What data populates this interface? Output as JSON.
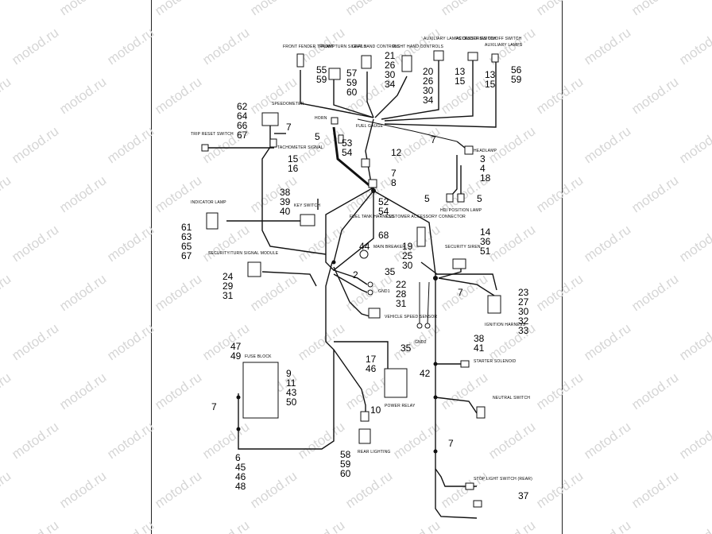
{
  "watermark": "motod.ru",
  "components": {
    "front_fender_tiplamp": "FRONT FENDER TIPLAMP",
    "front_turn_signals": "FRONT TURN SIGNALS",
    "left_hand_controls": "LEFT HAND CONTROLS",
    "right_hand_controls": "RIGHT HAND CONTROLS",
    "auxiliary_lamps_switch": "AUXILIARY LAMPS ON/OFF SWITCH",
    "accessories_switch": "ACCESSORIES ON/OFF SWITCH",
    "auxiliary_lamps": "AUXILIARY LAMPS",
    "speedometer": "SPEEDOMETER",
    "horn": "HORN",
    "fuel_gauge": "FUEL GAUGE",
    "trip_reset_switch": "TRIP RESET SWITCH",
    "tachometer_signal": "TACHOMETER SIGNAL",
    "headlamp": "HEADLAMP",
    "hdi_position_lamp": "HDI POSITION LAMP",
    "indicator_lamp": "INDICATOR LAMP",
    "key_switch": "KEY SWITCH",
    "fuel_tank_harness": "FUEL TANK HARNESS",
    "customer_accessory_connector": "CUSTOMER ACCESSORY CONNECTOR",
    "main_breaker": "MAIN BREAKER",
    "security_siren": "SECURITY SIREN",
    "security_turn_signal_module": "SECURITY/TURN SIGNAL MODULE",
    "gnd1": "GND1",
    "gnd2": "GND2",
    "vehicle_speed_sensor": "VEHICLE SPEED SENSOR",
    "ignition_harness": "IGNITION HARNESS",
    "fuse_block": "FUSE BLOCK",
    "starter_solenoid": "STARTER SOLENOID",
    "power_relay": "POWER RELAY",
    "neutral_switch": "NEUTRAL SWITCH",
    "rear_lighting": "REAR LIGHTING",
    "stop_light_switch": "STOP LIGHT SWITCH (REAR)"
  },
  "callouts": [
    "55",
    "59",
    "57",
    "59",
    "60",
    "21",
    "26",
    "30",
    "34",
    "20",
    "26",
    "30",
    "34",
    "13",
    "15",
    "13",
    "15",
    "56",
    "59",
    "62",
    "64",
    "66",
    "67",
    "7",
    "15",
    "16",
    "5",
    "53",
    "54",
    "12",
    "7",
    "3",
    "4",
    "18",
    "7",
    "8",
    "5",
    "5",
    "38",
    "39",
    "40",
    "52",
    "54",
    "61",
    "63",
    "65",
    "67",
    "68",
    "19",
    "25",
    "30",
    "44",
    "2",
    "14",
    "36",
    "51",
    "24",
    "29",
    "31",
    "35",
    "22",
    "28",
    "31",
    "7",
    "23",
    "27",
    "30",
    "32",
    "33",
    "38",
    "41",
    "35",
    "47",
    "49",
    "17",
    "46",
    "42",
    "9",
    "11",
    "43",
    "50",
    "10",
    "7",
    "7",
    "6",
    "45",
    "46",
    "48",
    "58",
    "59",
    "60",
    "37"
  ]
}
